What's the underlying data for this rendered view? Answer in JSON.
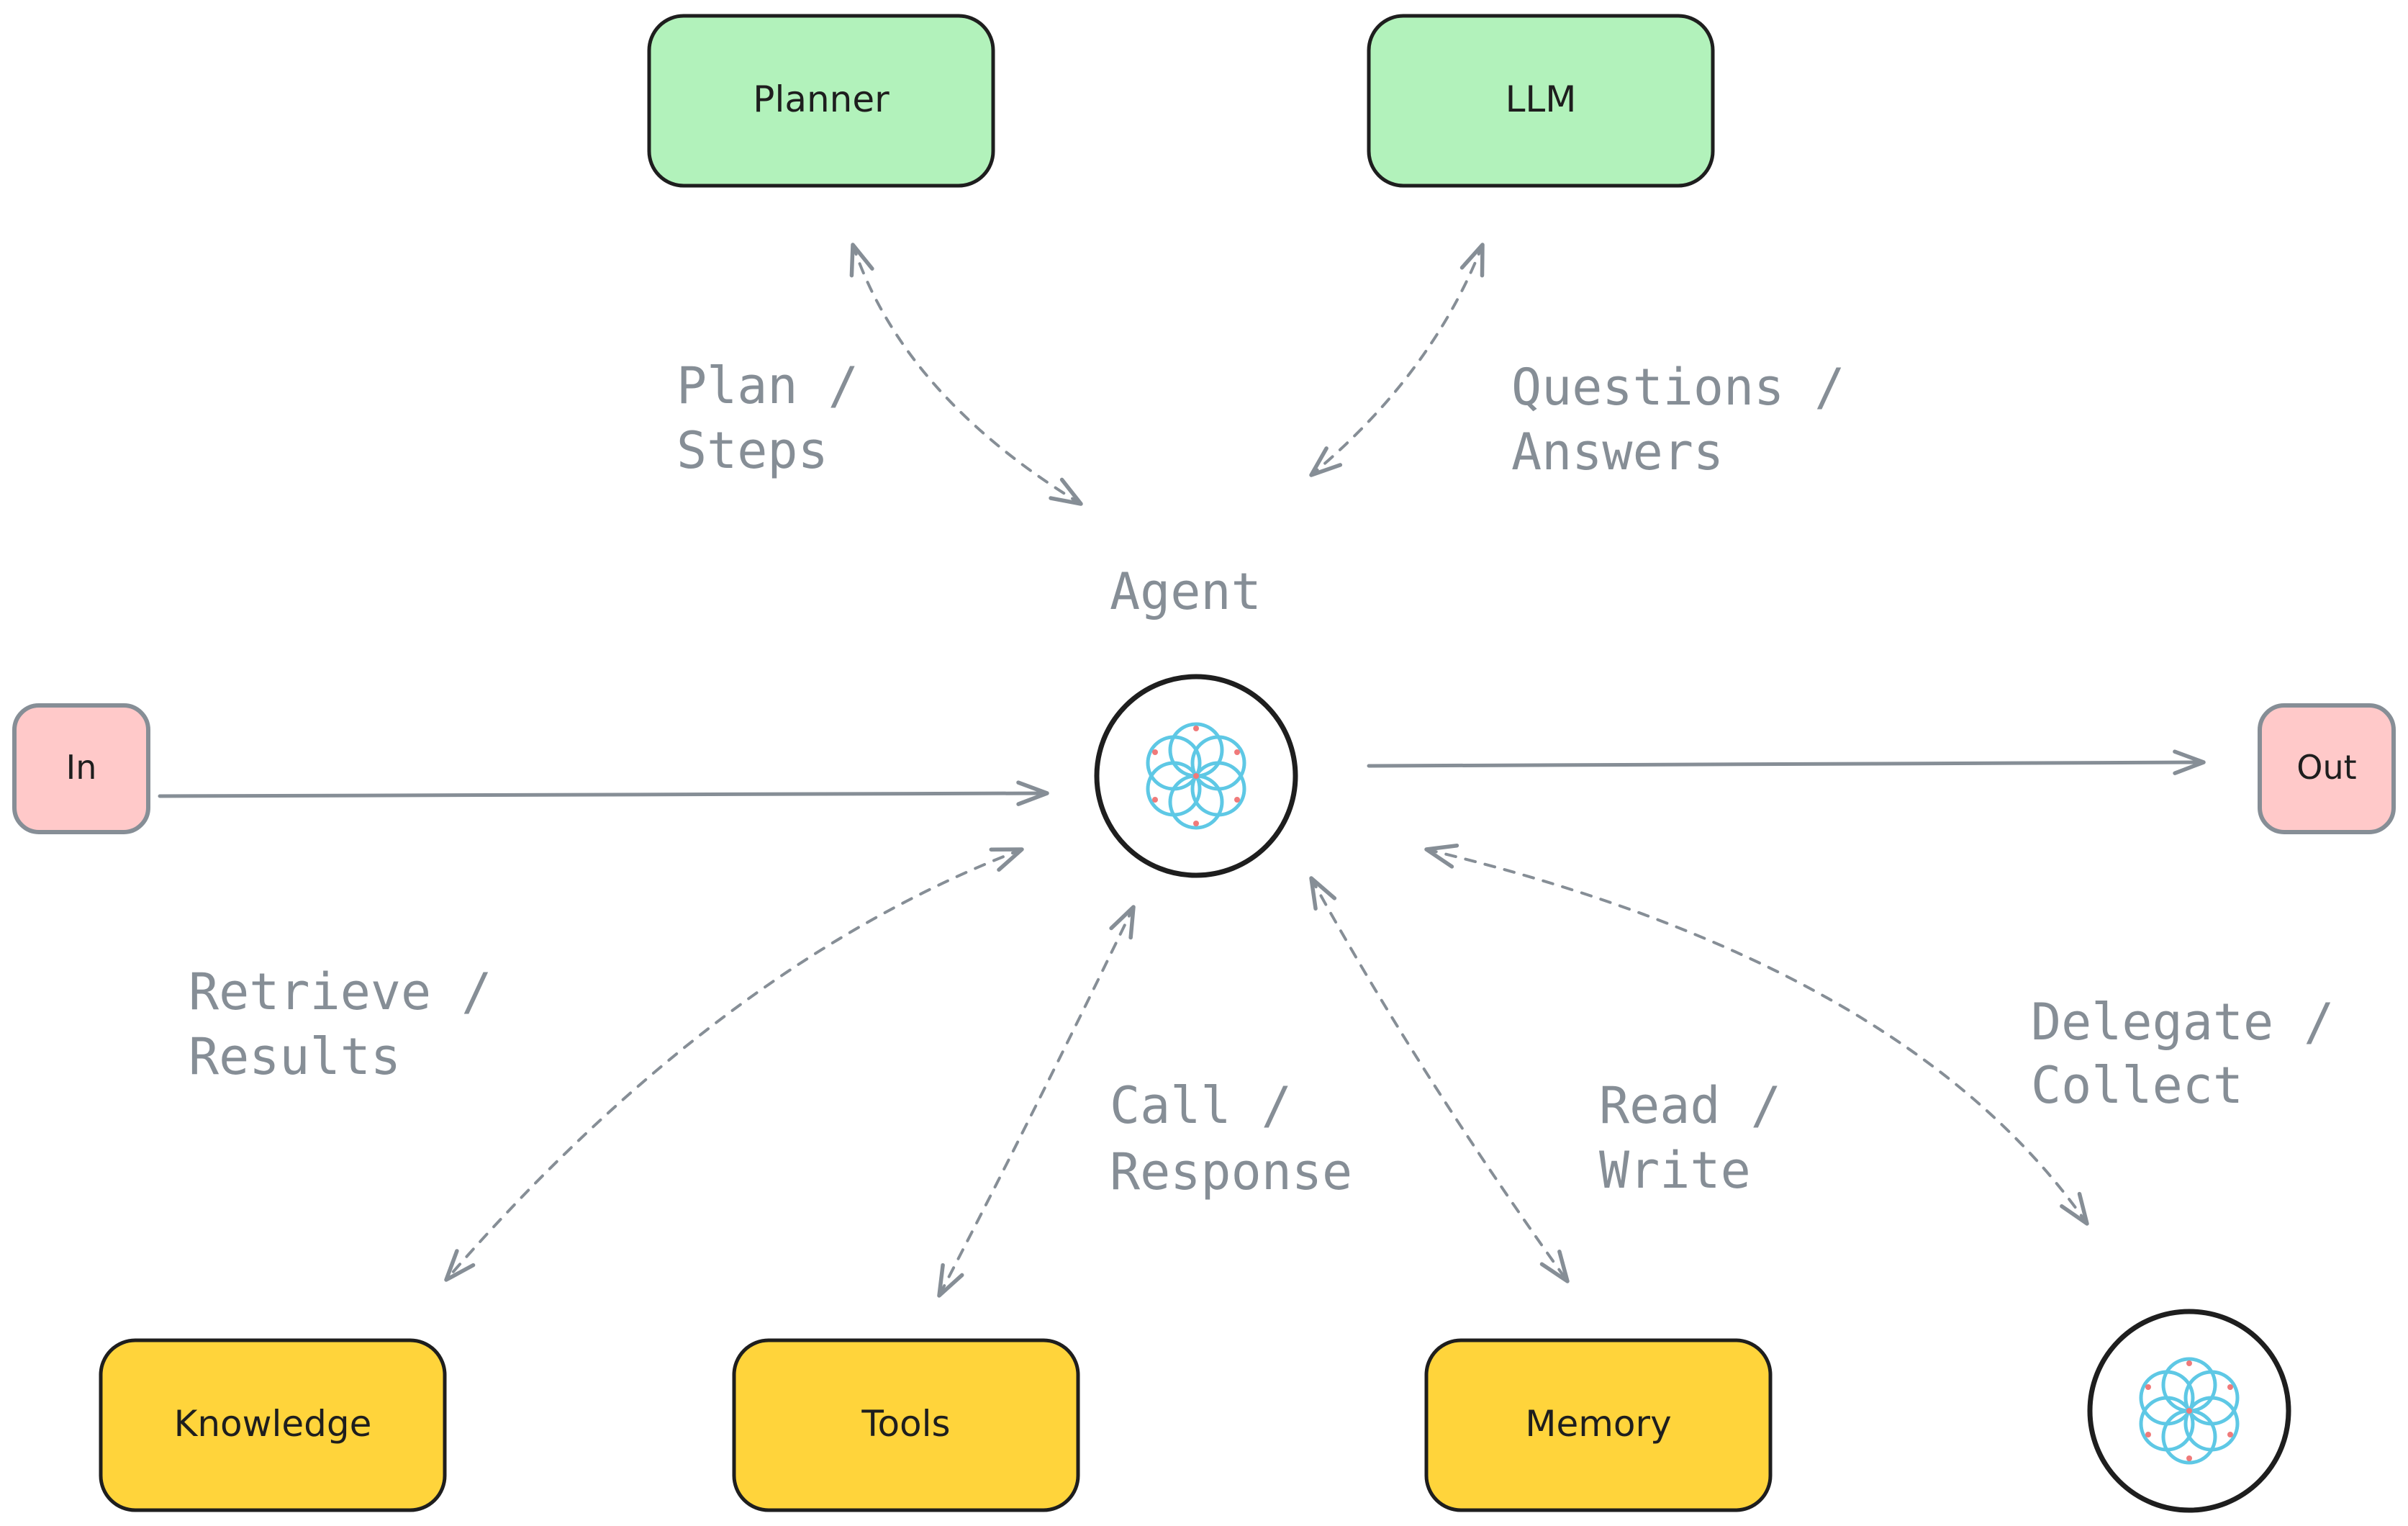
{
  "colors": {
    "green_box": "#b2f2bb",
    "yellow_box": "#ffd43b",
    "pink_box": "#ffc9c9",
    "edge": "#868e96",
    "stroke": "#1e1e1e",
    "agent_icon": "#5ec8e5",
    "agent_icon_dot": "#f07a7a"
  },
  "nodes": {
    "planner": "Planner",
    "llm": "LLM",
    "input": "In",
    "output": "Out",
    "agent": "Agent",
    "knowledge": "Knowledge",
    "tools": "Tools",
    "memory": "Memory"
  },
  "edges": {
    "planner": {
      "line1": "Plan /",
      "line2": "Steps"
    },
    "llm": {
      "line1": "Questions /",
      "line2": "Answers"
    },
    "knowledge": {
      "line1": "Retrieve /",
      "line2": "Results"
    },
    "tools": {
      "line1": "Call /",
      "line2": "Response"
    },
    "memory": {
      "line1": "Read /",
      "line2": "Write"
    },
    "subagent": {
      "line1": "Delegate /",
      "line2": "Collect"
    }
  }
}
